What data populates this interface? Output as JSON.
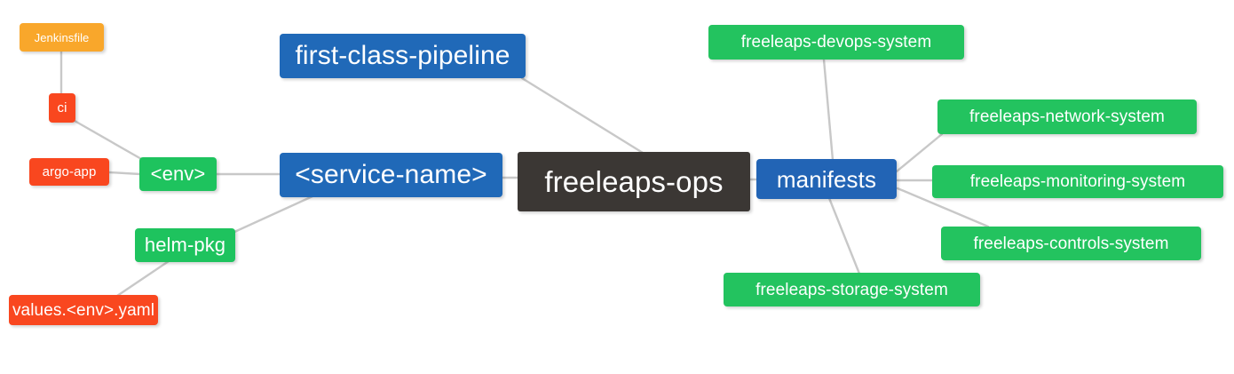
{
  "diagram": {
    "title": "freeleaps-ops repository mindmap",
    "type": "mindmap",
    "background": "#ffffff",
    "edge_color": "#c8c8c8",
    "palette": {
      "root": "#3b3734",
      "blue": "#2069b8",
      "green": "#1ec35e",
      "orange": "#f9a72b",
      "red": "#f9471f",
      "edge": "#c8c8c8"
    }
  },
  "nodes": {
    "root": {
      "label": "freeleaps-ops",
      "color": "#3b3734"
    },
    "first_class_pipeline": {
      "label": "first-class-pipeline",
      "color": "#2069b8"
    },
    "service_name": {
      "label": "<service-name>",
      "color": "#2069b8"
    },
    "manifests": {
      "label": "manifests",
      "color": "#2264b5"
    },
    "env": {
      "label": "<env>",
      "color": "#1ec35e"
    },
    "helm_pkg": {
      "label": "helm-pkg",
      "color": "#1ec35e"
    },
    "ci": {
      "label": "ci",
      "color": "#f9471f"
    },
    "argo_app": {
      "label": "argo-app",
      "color": "#f9471f"
    },
    "jenkinsfile": {
      "label": "Jenkinsfile",
      "color": "#f9a72b"
    },
    "values_yaml": {
      "label": "values.<env>.yaml",
      "color": "#f9471f"
    },
    "devops_system": {
      "label": "freeleaps-devops-system",
      "color": "#1ec35e"
    },
    "network_system": {
      "label": "freeleaps-network-system",
      "color": "#1ec35e"
    },
    "monitoring_system": {
      "label": "freeleaps-monitoring-system",
      "color": "#1ec35e"
    },
    "controls_system": {
      "label": "freeleaps-controls-system",
      "color": "#1ec35e"
    },
    "storage_system": {
      "label": "freeleaps-storage-system",
      "color": "#1ec35e"
    }
  },
  "edges": [
    {
      "from": "first_class_pipeline",
      "to": "root"
    },
    {
      "from": "service_name",
      "to": "root"
    },
    {
      "from": "root",
      "to": "manifests"
    },
    {
      "from": "env",
      "to": "service_name"
    },
    {
      "from": "helm_pkg",
      "to": "service_name"
    },
    {
      "from": "ci",
      "to": "env"
    },
    {
      "from": "argo_app",
      "to": "env"
    },
    {
      "from": "jenkinsfile",
      "to": "ci"
    },
    {
      "from": "values_yaml",
      "to": "helm_pkg"
    },
    {
      "from": "manifests",
      "to": "devops_system"
    },
    {
      "from": "manifests",
      "to": "network_system"
    },
    {
      "from": "manifests",
      "to": "monitoring_system"
    },
    {
      "from": "manifests",
      "to": "controls_system"
    },
    {
      "from": "manifests",
      "to": "storage_system"
    }
  ]
}
